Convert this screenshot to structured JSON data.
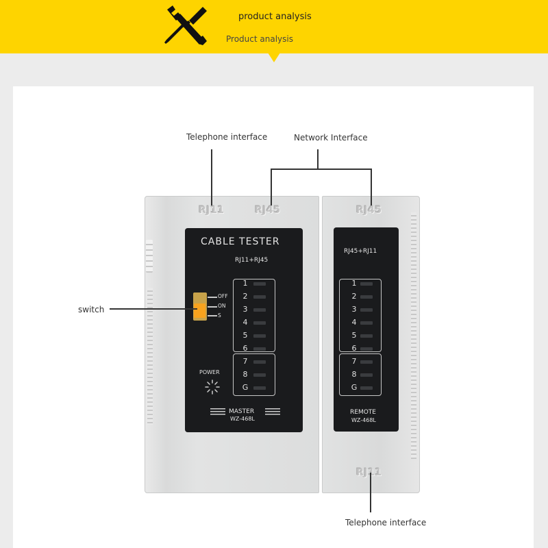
{
  "header": {
    "title": "product analysis",
    "subtitle": "Product analysis",
    "icon": "wrench-screwdriver-icon",
    "color": "#fed400"
  },
  "callouts": {
    "telephone_top": "Telephone interface",
    "network": "Network Interface",
    "switch": "switch",
    "telephone_bottom": "Telephone interface"
  },
  "master": {
    "port_rj11": "RJ11",
    "port_rj45": "RJ45",
    "title": "CABLE TESTER",
    "subtitle": "RJ11+RJ45",
    "switch_labels": [
      "OFF",
      "ON",
      "S"
    ],
    "leds_top": [
      "1",
      "2",
      "3",
      "4",
      "5",
      "6"
    ],
    "leds_bottom": [
      "7",
      "8",
      "G"
    ],
    "power_label": "POWER",
    "label": "MASTER",
    "model": "WZ-468L"
  },
  "remote": {
    "port_rj45": "RJ45",
    "port_rj11": "RJ11",
    "subtitle": "RJ45+RJ11",
    "leds_top": [
      "1",
      "2",
      "3",
      "4",
      "5",
      "6"
    ],
    "leds_bottom": [
      "7",
      "8",
      "G"
    ],
    "label": "REMOTE",
    "model": "WZ-468L"
  }
}
